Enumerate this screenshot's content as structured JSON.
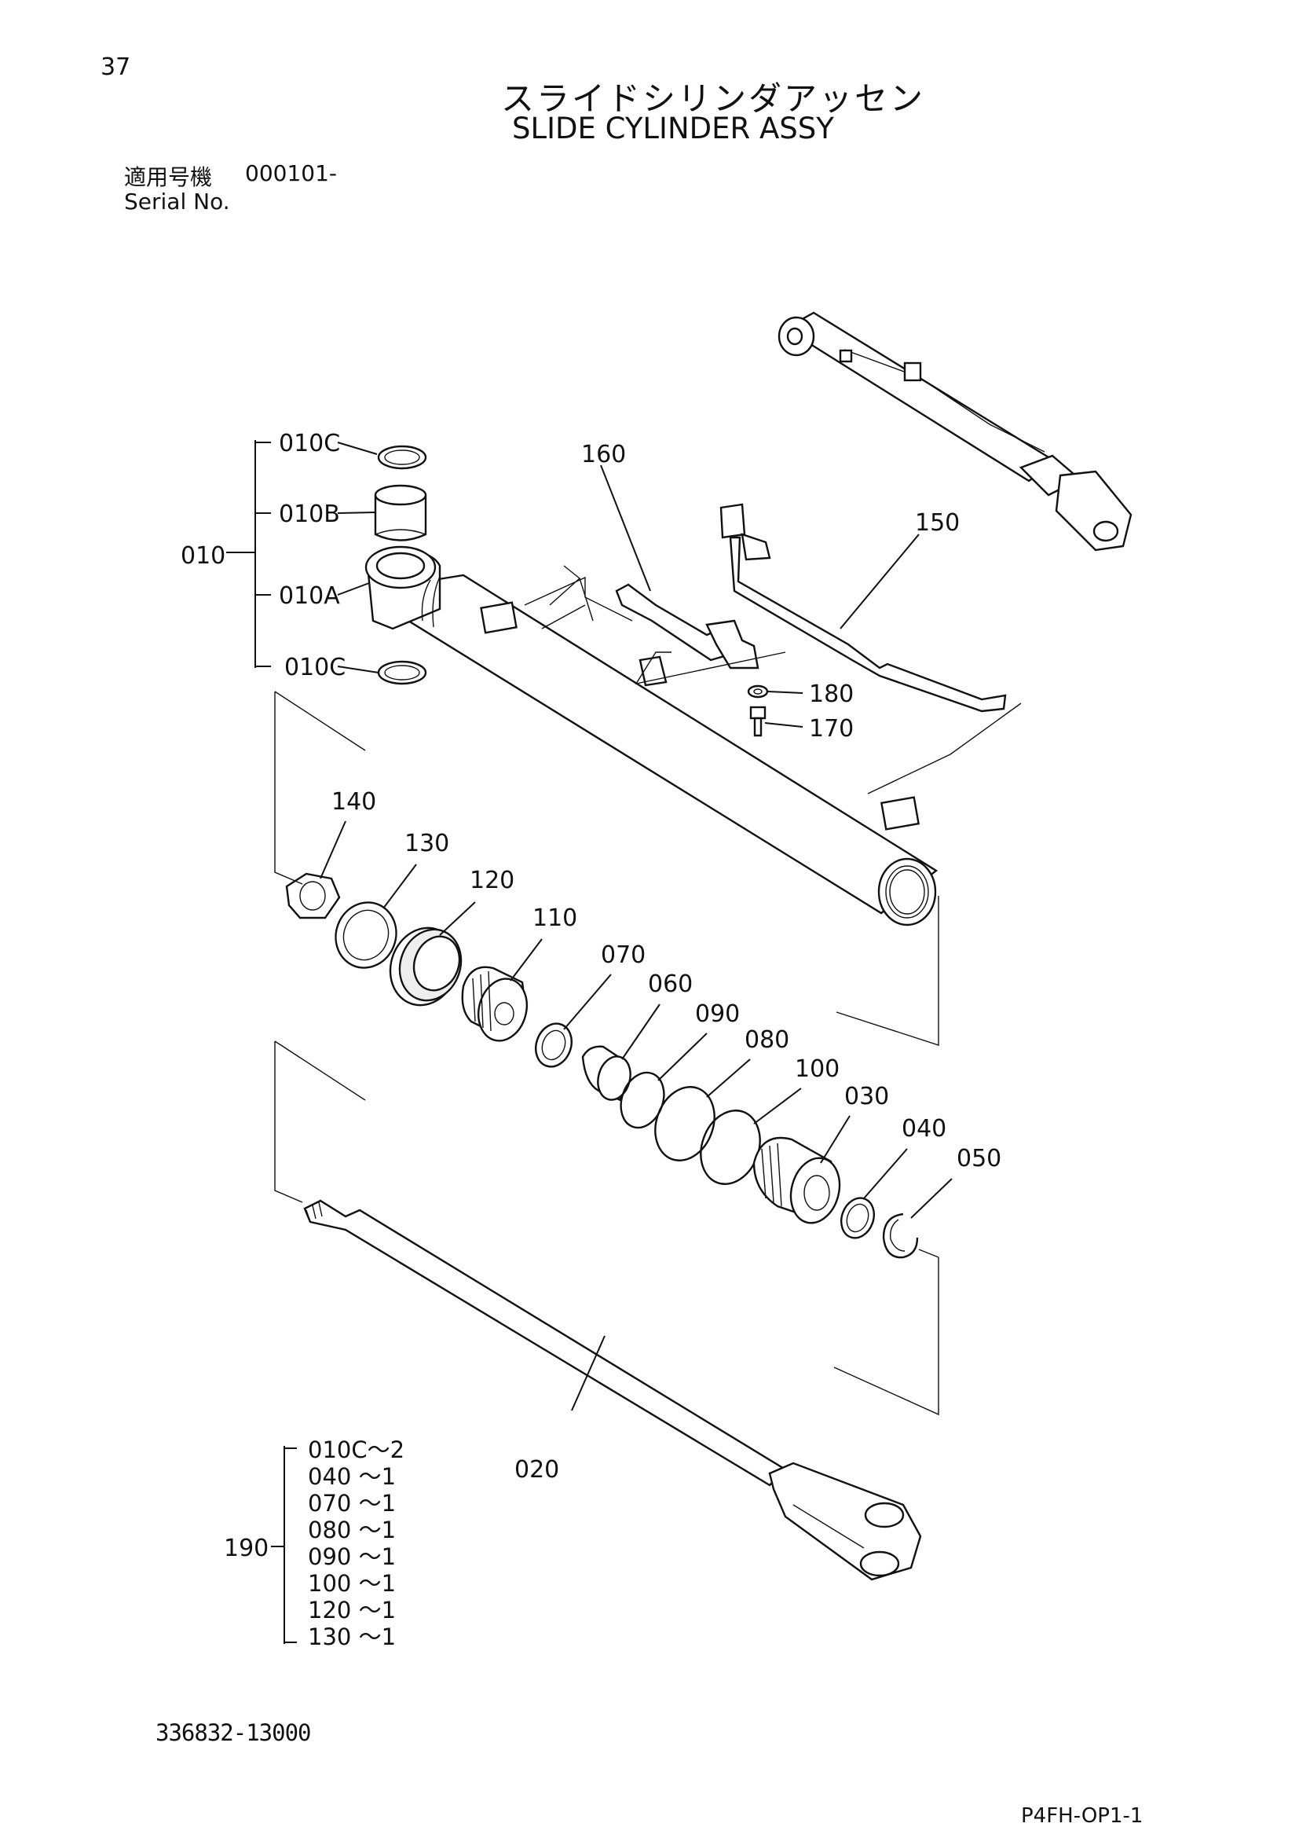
{
  "page_number": "37",
  "title_jp": "スライドシリンダアッセン",
  "title_en": "SLIDE CYLINDER ASSY",
  "serial": {
    "label_jp": "適用号機",
    "value": "000101-",
    "label_en": "Serial No."
  },
  "callouts": {
    "c010": "010",
    "c010a": "010A",
    "c010b": "010B",
    "c010c_top": "010C",
    "c010c_bot": "010C",
    "c020": "020",
    "c030": "030",
    "c040": "040",
    "c050": "050",
    "c060": "060",
    "c070": "070",
    "c080": "080",
    "c090": "090",
    "c100": "100",
    "c110": "110",
    "c120": "120",
    "c130": "130",
    "c140": "140",
    "c150": "150",
    "c160": "160",
    "c170": "170",
    "c180": "180",
    "c190": "190"
  },
  "seal_kit": {
    "label": "190",
    "items": [
      "010C～2",
      "040 ～1",
      "070 ～1",
      "080 ～1",
      "090 ～1",
      "100 ～1",
      "120 ～1",
      "130 ～1"
    ]
  },
  "part_number": "336832-13000",
  "sheet_code": "P4FH-OP1-1"
}
